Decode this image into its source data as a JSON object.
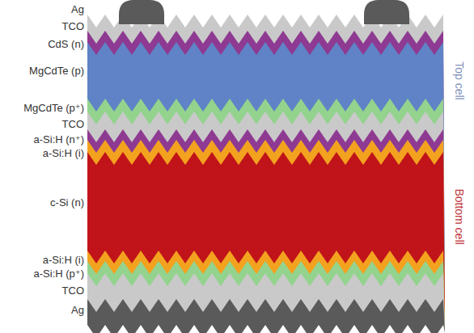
{
  "diagram": {
    "labels": [
      "Ag",
      "TCO",
      "CdS (n)",
      "MgCdTe (p)",
      "MgCdTe (p⁺)",
      "TCO",
      "a-Si:H (n⁺)",
      "a-Si:H (i)",
      "c-Si (n)",
      "a-Si:H (i)",
      "a-Si:H (p⁺)",
      "TCO",
      "Ag",
      "Top cell",
      "Bottom cell"
    ]
  }
}
